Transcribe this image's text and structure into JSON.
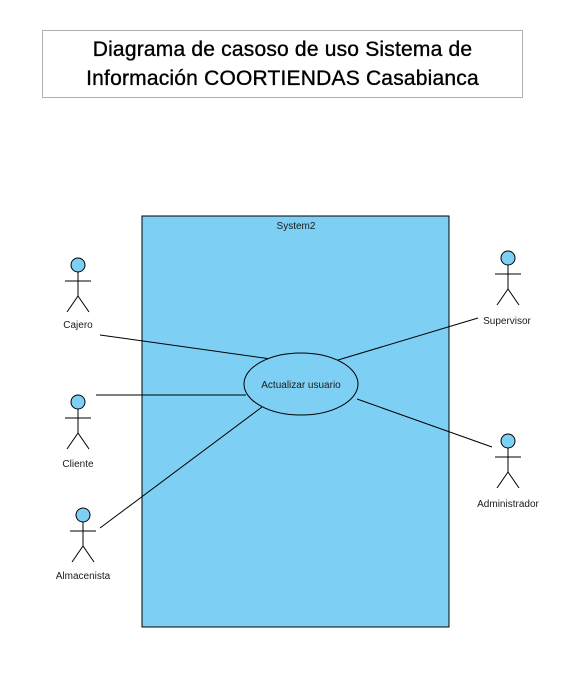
{
  "title": {
    "line1": "Diagrama de casoso de uso Sistema de",
    "line2": "Información COORTIENDAS Casabianca"
  },
  "system": {
    "name": "System2",
    "fill": "#7dd0f4"
  },
  "use_case": {
    "label": "Actualizar usuario",
    "fill": "#7dd0f4"
  },
  "actors": {
    "cajero": "Cajero",
    "cliente": "Cliente",
    "almacenista": "Almacenista",
    "supervisor": "Supervisor",
    "administrador": "Administrador"
  },
  "colors": {
    "actor_head": "#7dd0f4",
    "stroke": "#000000"
  }
}
